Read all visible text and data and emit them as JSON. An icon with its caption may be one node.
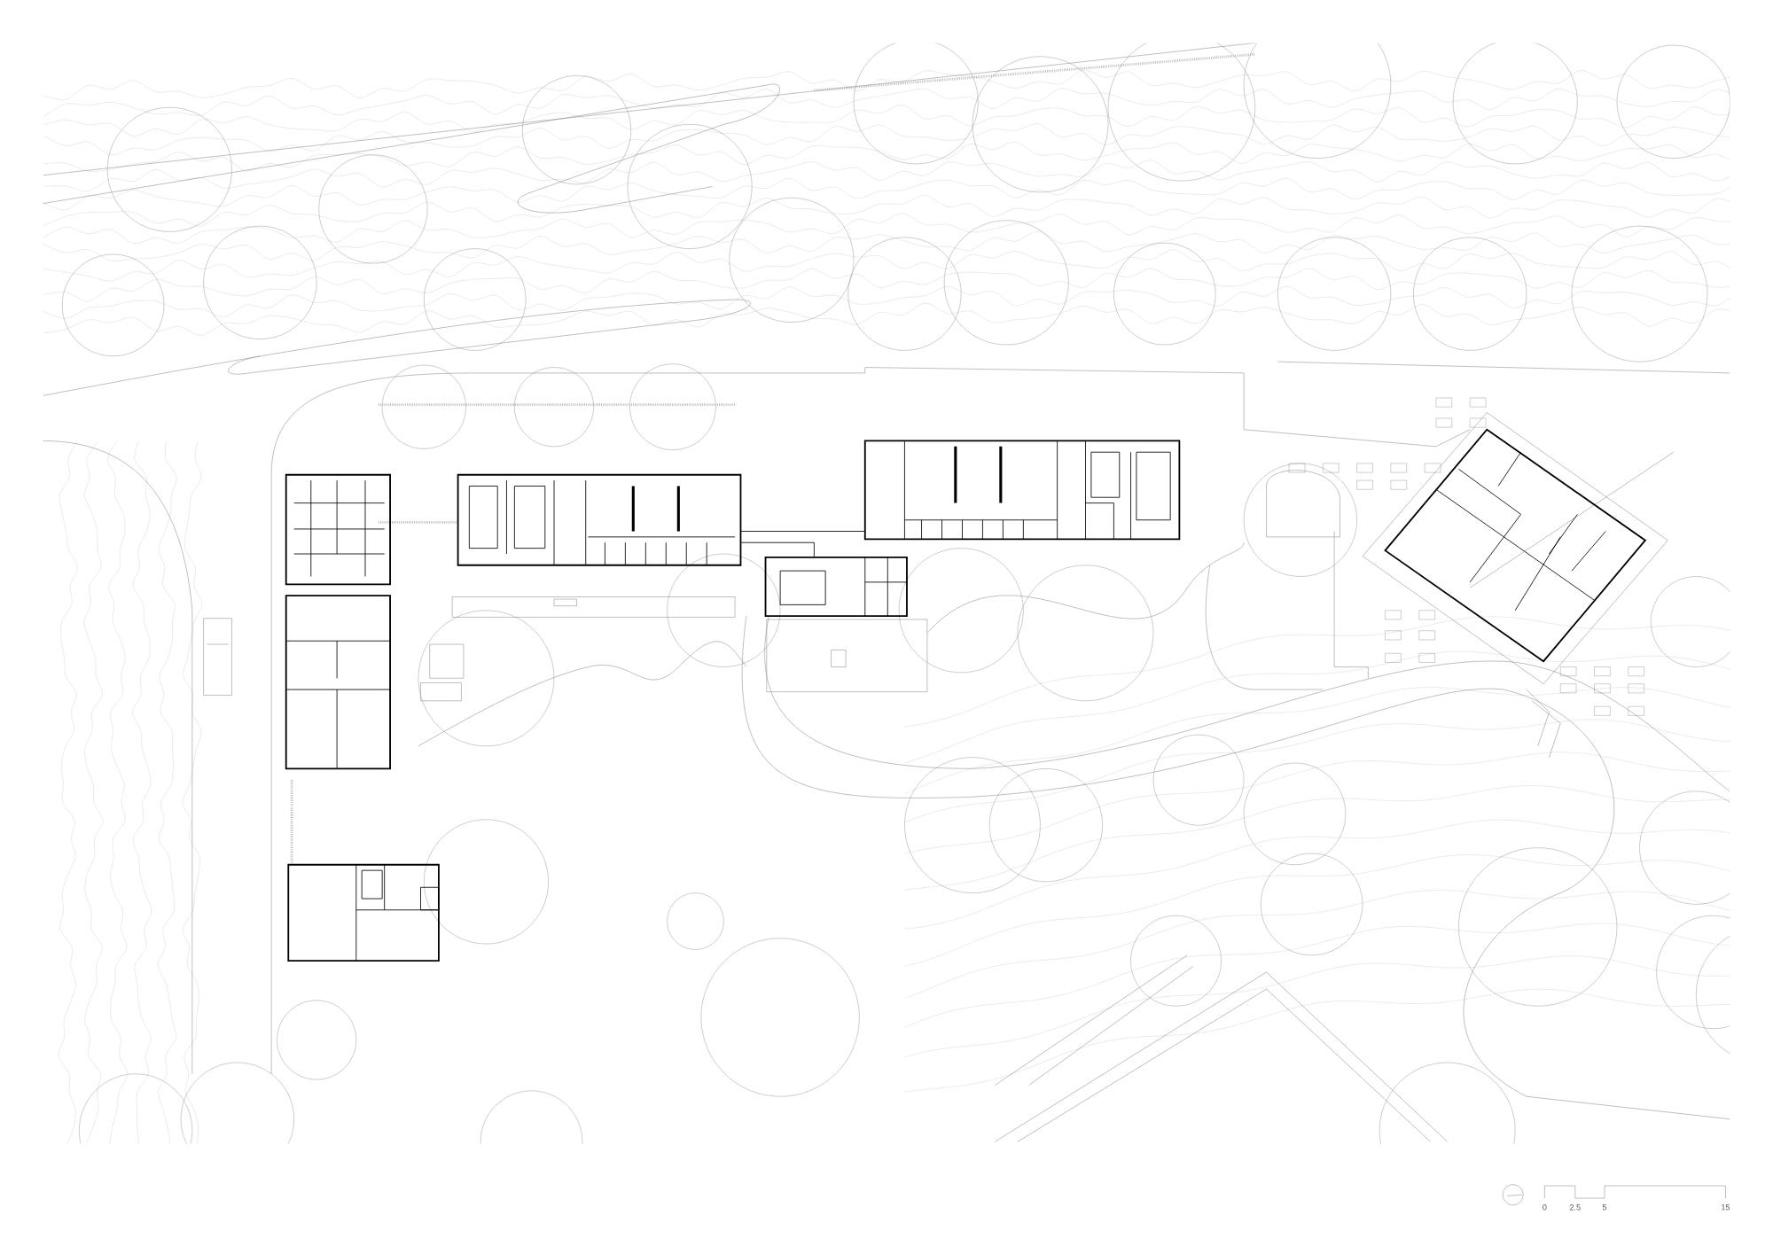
{
  "diagram": {
    "labels": [
      "0",
      "2.5",
      "5",
      "15"
    ]
  }
}
